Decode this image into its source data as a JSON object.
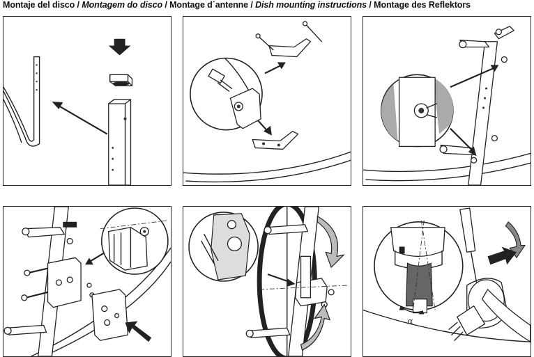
{
  "title": {
    "es": "Montaje del disco",
    "pt": "Montagem do disco",
    "fr": "Montage d´antenne",
    "en": "Dish mounting instructions",
    "de": "Montage des Reflektors",
    "sep": " / "
  },
  "steps": [
    {
      "id": 1,
      "icon": "arrow-down-icon"
    },
    {
      "id": 2,
      "icon": "bolt-icon"
    },
    {
      "id": 3,
      "icon": "nut-icon"
    },
    {
      "id": 4,
      "icon": "bracket-icon"
    },
    {
      "id": 5,
      "icon": "rotate-arrow-icon"
    },
    {
      "id": 6,
      "icon": "screwdriver-icon"
    }
  ],
  "annotations": {
    "angle_label": "α"
  }
}
